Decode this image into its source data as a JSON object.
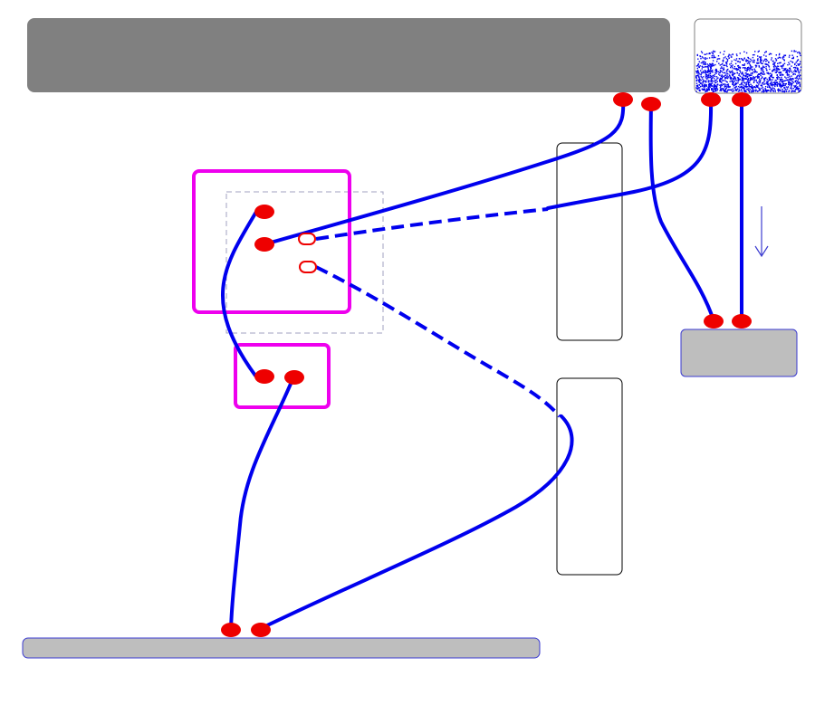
{
  "colors": {
    "background": "#ffffff",
    "top_bar": "#808080",
    "wire": "#0000ee",
    "terminal": "#ee0000",
    "highlight_box": "#ee00ee",
    "grey_block": "#bebebe",
    "outline": "#000000",
    "dashed_frame": "#a0a0c0",
    "block_border": "#3b3bd0"
  },
  "elements": {
    "top_bar": "grey-bar",
    "top_right_panel": "noise-panel",
    "right_block": "grey-block",
    "bottom_rail": "grey-rail",
    "upper_column": "outline-column",
    "lower_column": "outline-column",
    "large_magenta_box": "magenta-frame",
    "small_magenta_box": "magenta-frame",
    "dashed_region": "dashed-frame",
    "down_arrow": "arrow-down-icon"
  },
  "wires": {
    "solid_count": 6,
    "dashed_count": 2
  }
}
